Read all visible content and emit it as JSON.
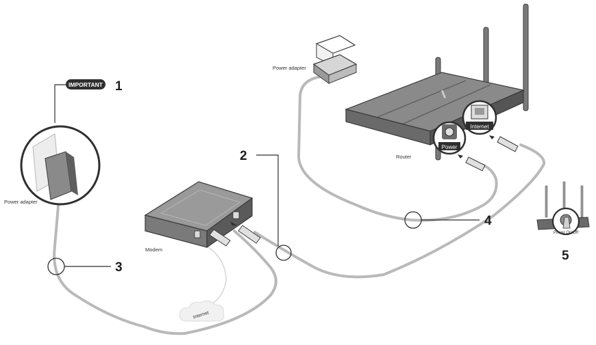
{
  "labels": {
    "important": "IMPORTANT",
    "power_adapter_left": "Power adapter",
    "power_adapter_top": "Power adapter",
    "modem": "Modem",
    "router": "Router",
    "internet_cloud": "Internet",
    "power_port": "Power",
    "internet_port": "Internet",
    "power_button": "Power On/Off"
  },
  "steps": [
    "1",
    "2",
    "3",
    "4",
    "5"
  ],
  "colors": {
    "cable": "#b9b9b9",
    "device_body": "#7a7a7a",
    "device_dark": "#5a5a5a",
    "outline": "#2f2f2f",
    "badge": "#2f2f2f",
    "cloud": "#f1f1f1"
  }
}
